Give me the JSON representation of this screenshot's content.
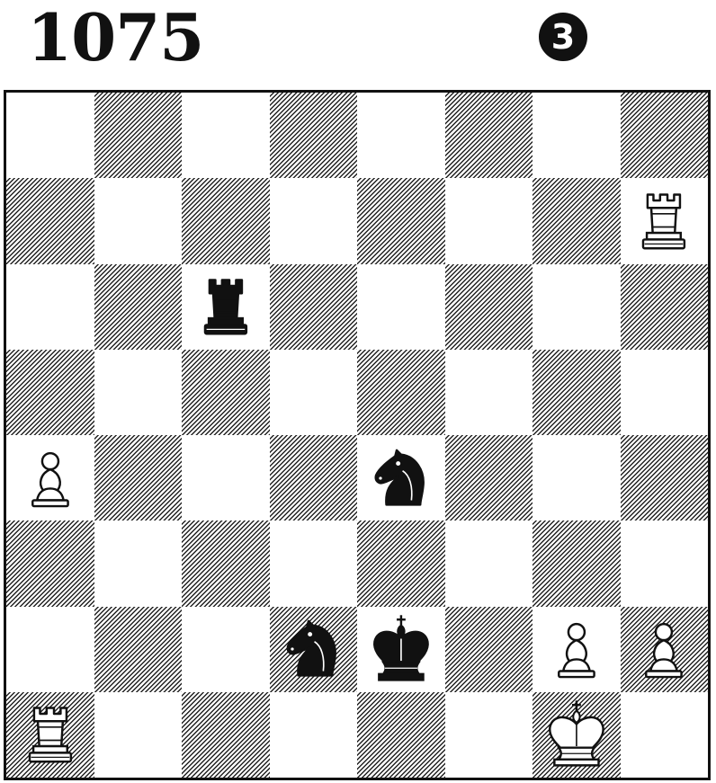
{
  "header": {
    "puzzle_number": "1075",
    "difficulty": "3"
  },
  "board": {
    "orientation": "white-bottom",
    "files": [
      "a",
      "b",
      "c",
      "d",
      "e",
      "f",
      "g",
      "h"
    ],
    "ranks": [
      8,
      7,
      6,
      5,
      4,
      3,
      2,
      1
    ],
    "pieces": [
      {
        "square": "h7",
        "color": "white",
        "type": "rook"
      },
      {
        "square": "c6",
        "color": "black",
        "type": "rook"
      },
      {
        "square": "a4",
        "color": "white",
        "type": "pawn"
      },
      {
        "square": "e4",
        "color": "black",
        "type": "knight"
      },
      {
        "square": "d2",
        "color": "black",
        "type": "knight"
      },
      {
        "square": "e2",
        "color": "black",
        "type": "king"
      },
      {
        "square": "g2",
        "color": "white",
        "type": "pawn"
      },
      {
        "square": "h2",
        "color": "white",
        "type": "pawn"
      },
      {
        "square": "a1",
        "color": "white",
        "type": "rook"
      },
      {
        "square": "g1",
        "color": "white",
        "type": "king"
      }
    ]
  }
}
